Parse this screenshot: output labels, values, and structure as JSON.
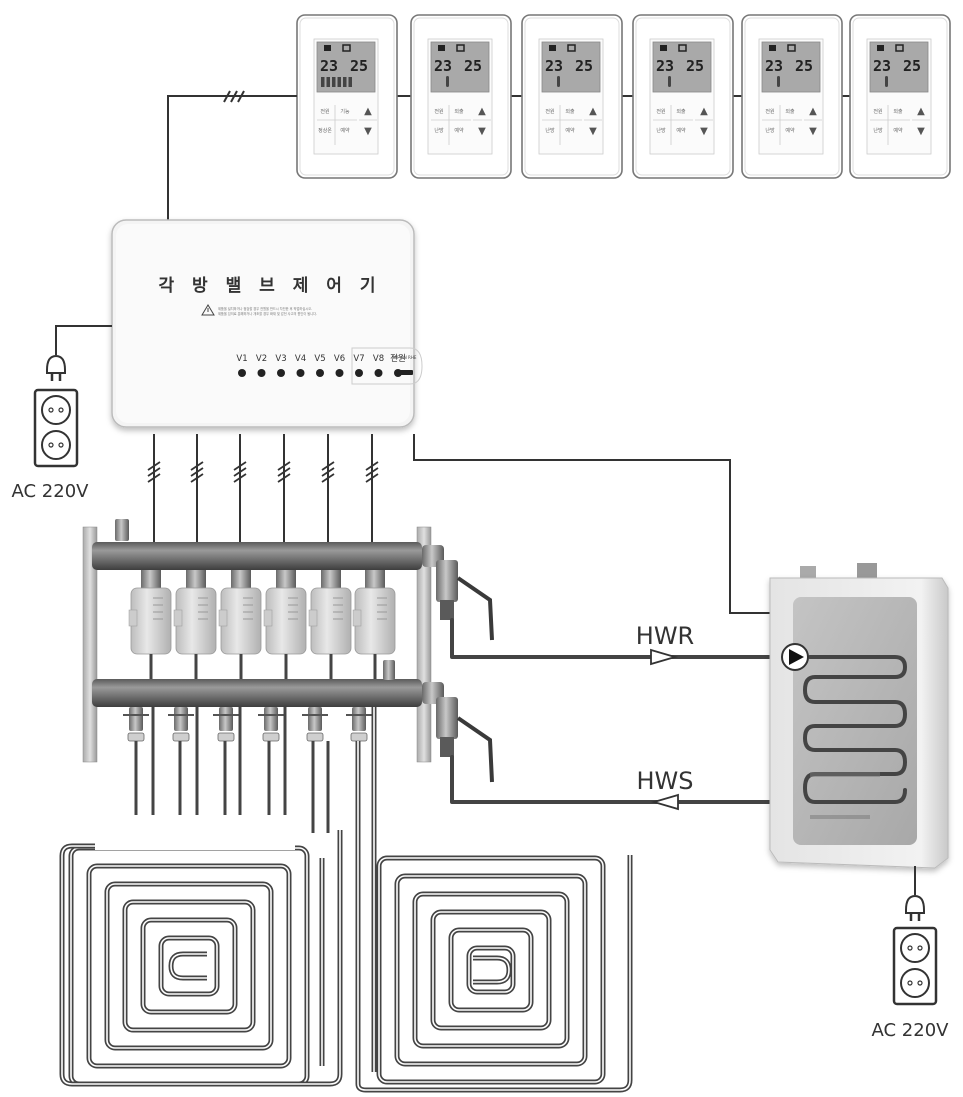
{
  "diagram": {
    "title": "각방 밸브 제어기 난방 배관 결선도",
    "thermostats": {
      "count": 6,
      "items": [
        {
          "current_temp": "23",
          "set_temp": "25",
          "buttons": [
            "전원",
            "기능",
            "정상온",
            "예약"
          ],
          "variant": "master"
        },
        {
          "current_temp": "23",
          "set_temp": "25",
          "buttons": [
            "전원",
            "외출",
            "난방",
            "예약"
          ],
          "variant": "slave"
        },
        {
          "current_temp": "23",
          "set_temp": "25",
          "buttons": [
            "전원",
            "외출",
            "난방",
            "예약"
          ],
          "variant": "slave"
        },
        {
          "current_temp": "23",
          "set_temp": "25",
          "buttons": [
            "전원",
            "외출",
            "난방",
            "예약"
          ],
          "variant": "slave"
        },
        {
          "current_temp": "23",
          "set_temp": "25",
          "buttons": [
            "전원",
            "외출",
            "난방",
            "예약"
          ],
          "variant": "slave"
        },
        {
          "current_temp": "23",
          "set_temp": "25",
          "buttons": [
            "전원",
            "외출",
            "난방",
            "예약"
          ],
          "variant": "slave"
        }
      ],
      "up_glyph": "▲",
      "down_glyph": "▼"
    },
    "controller": {
      "title": "각 방 밸 브 제 어 기",
      "warning_icon": "warning-triangle-icon",
      "warning_line1": "제품을 설치하거나 점검할 경우 전원을 반드시 차단한 후 작업하십시오.",
      "warning_line2": "제품을 임의로 분해하거나 개조할 경우 화재 및 감전 사고의 원인이 됩니다.",
      "channels": [
        "V1",
        "V2",
        "V3",
        "V4",
        "V5",
        "V6",
        "V7",
        "V8",
        "전원"
      ],
      "switch_label": "OFF ON RHE"
    },
    "power_left": {
      "label": "AC 220V",
      "icon": "power-outlet-icon",
      "plug_icon": "plug-icon"
    },
    "power_right": {
      "label": "AC 220V",
      "icon": "power-outlet-icon",
      "plug_icon": "plug-icon"
    },
    "manifold": {
      "actuator_count": 6,
      "valve_count": 6
    },
    "flows": {
      "return_label": "HWR",
      "supply_label": "HWS"
    },
    "boiler": {
      "pump_icon": "pump-icon",
      "coil_icon": "heat-exchanger-coil-icon"
    },
    "floor_loops": {
      "count": 2
    }
  }
}
